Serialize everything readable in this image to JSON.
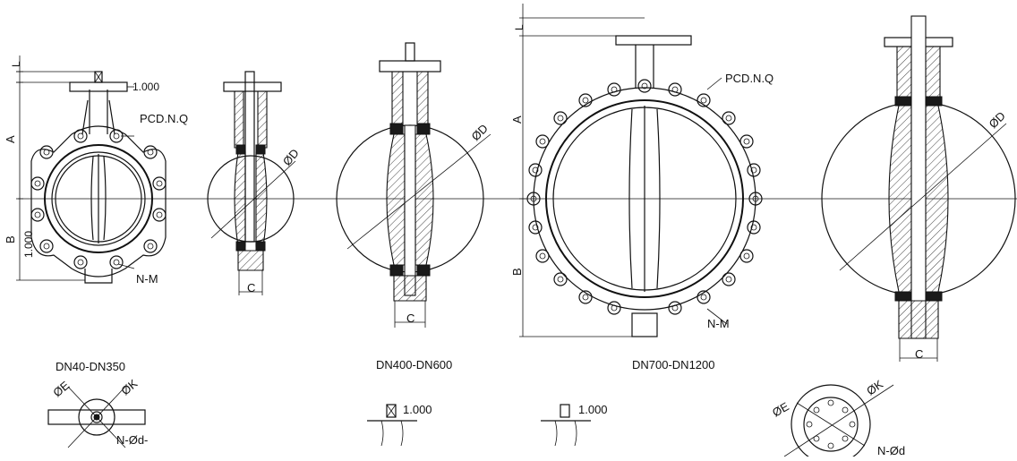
{
  "labels": {
    "group1": "DN40-DN350",
    "group2": "DN400-DN600",
    "group3": "DN700-DN1200"
  },
  "dimensions": {
    "L": "L",
    "A": "A",
    "B": "B",
    "C": "C",
    "D": "ØD",
    "E": "ØE",
    "K": "ØK",
    "flange_top": "1.000",
    "flange_side": "1.000",
    "pcd": "PCD.N.Q",
    "nm": "N-M",
    "nd_small": "N-Ød-",
    "nd_large": "N-Ød",
    "stem_square": "1.000",
    "stem_flat": "1.000"
  }
}
